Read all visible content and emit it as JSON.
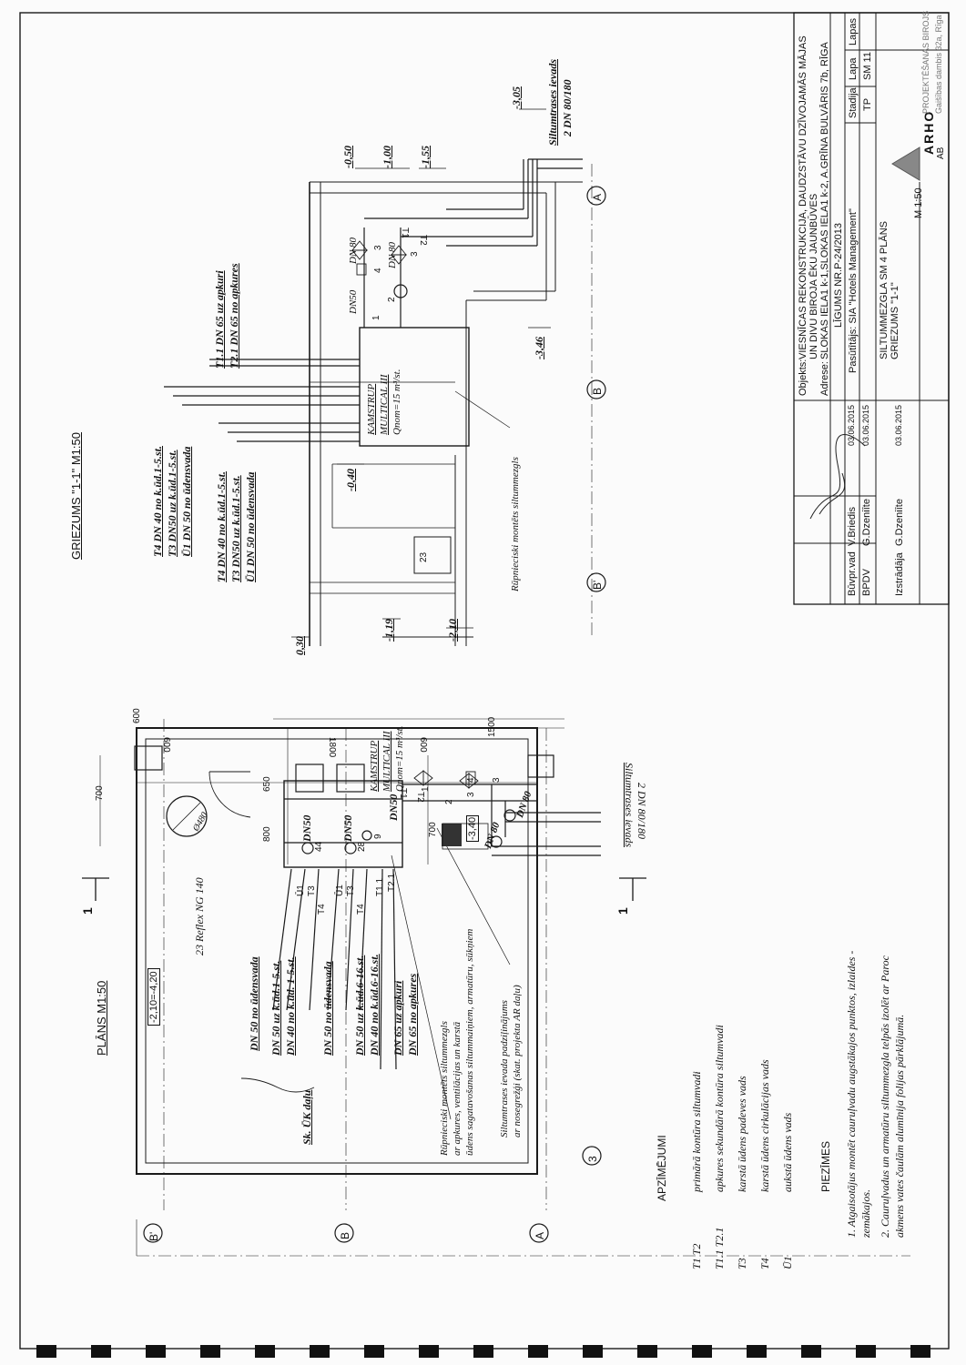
{
  "plan": {
    "title": "PLĀNS  M1:50",
    "level": "-2,10=-4,20",
    "reflex": "23  Reflex NG 140",
    "reflex_dim": "Ø480",
    "section_mark": "1",
    "grid": {
      "b_prime": "B'",
      "b": "B",
      "three": "3",
      "a": "A"
    },
    "dims": {
      "d700": "700",
      "d650": "650",
      "d800": "800",
      "d1800": "1800",
      "d600a": "600",
      "d600b": "600",
      "d1500": "1500",
      "d600c": "600",
      "d700b": "700"
    },
    "pipe_labels": [
      "DN 50 no ūdensvada",
      "DN 50 uz k.ūd.1-5.st.",
      "DN 40 no k.ūd. 1-5.st.",
      "DN 50 no ūdensvada",
      "DN 50 uz k.ūd.6-16.st.",
      "DN 40 no k.ūd.6-16.st.",
      "DN 65 uz apkuri",
      "DN 65 no apkures"
    ],
    "sk_label": "Sk. ŪK daļu",
    "unit_label": [
      "Rūpnieciski montēts siltummezgls",
      "ar apkures, ventilācijas un karstā",
      "ūdens sagatavošanas siltummaiņiem, armatūru, sūkņiem"
    ],
    "ground_label": [
      "Siltumtrases ievada padziļinājums",
      "ar nosegrežģi (skat. projekta AR daļu)"
    ],
    "meter": [
      "KAMSTRUP",
      "MULTICAL III",
      "Qnom=15 m³/st."
    ],
    "entry": [
      "Siltumtrases ievads",
      "2 DN 80/180"
    ],
    "dn": {
      "a": "DN50",
      "b": "DN50",
      "c": "DN50",
      "d": "DN 80",
      "e": "DN 80"
    },
    "nums": {
      "n44": "44",
      "n28": "28",
      "n9": "9",
      "n1": "1",
      "n2": "2",
      "n3": "3",
      "n4": "4",
      "n3b": "3",
      "depth": "-3,40"
    },
    "tags": {
      "u1a": "Ū1",
      "t3a": "T3",
      "t4a": "T4",
      "u1b": "Ū1",
      "t3b": "T3",
      "t4b": "T4",
      "t11": "T1.1",
      "t21": "T2.1",
      "t1": "T1",
      "t2": "T2"
    }
  },
  "section": {
    "title": "GRIEZUMS \"1-1\"  M1:50",
    "levels": {
      "l030": "0,30",
      "l119": "-1,19",
      "l210": "-2,10",
      "l040": "-0,40",
      "l346": "-3,46",
      "l050": "-0,50",
      "l100": "-1,00",
      "l155": "-1,55",
      "l305": "-3,05"
    },
    "labels_a": [
      "T4 DN 40 no k.ūd.1-5.st.",
      "T3 DN50 uz k.ūd.1-5.st.",
      "Ū1 DN 50 no ūdensvada"
    ],
    "labels_b": [
      "T4 DN 40 no k.ūd.1-5.st.",
      "T3 DN50 uz k.ūd.1-5.st.",
      "Ū1 DN 50 no ūdensvada"
    ],
    "labels_c": [
      "T1.1 DN 65 uz apkuri",
      "T2.1 DN 65 no apkures"
    ],
    "meter": [
      "KAMSTRUP",
      "MULTICAL III",
      "Qnom=15 m³/st."
    ],
    "unit": "Rūpnieciski montēts siltummezgls",
    "entry": [
      "Siltumtrases ievads",
      "2 DN 80/180"
    ],
    "dn": {
      "a": "DN50",
      "b": "DN 80",
      "c": "DN 80"
    },
    "nums": {
      "n1": "1",
      "n2": "2",
      "n3": "3",
      "n4": "4",
      "n3b": "3",
      "n23": "23",
      "t1": "T1",
      "t2": "T2"
    },
    "grid": {
      "b_prime": "B'",
      "b": "B",
      "a": "A"
    }
  },
  "legend": {
    "title": "APZĪMĒJUMI",
    "items": [
      {
        "code": "T1    T2",
        "text": "primārā kontūra siltumvadi"
      },
      {
        "code": "T1.1  T2.1",
        "text": "apkures sekundārā kontūra siltumvadi"
      },
      {
        "code": "T3",
        "text": "karstā ūdens padeves vads"
      },
      {
        "code": "T4",
        "text": "karstā ūdens cirkulācijas vads"
      },
      {
        "code": "Ū1",
        "text": "aukstā ūdens vads"
      }
    ]
  },
  "notes": {
    "title": "PIEZĪMES",
    "lines": [
      "1. Atgaisotājus montēt cauruļvadu augstākajos punktos, izlaides -",
      "    zemākajos.",
      "2. Cauruļvadus un armatūru siltummezgla telpās izolēt ar Paroc",
      "    akmens vates čaulām alumīnija folijas pārklājumā."
    ]
  },
  "title_block": {
    "object_label": "Objekts:",
    "object_lines": [
      "VIESNĪCAS REKONSTRUKCIJA, DAUDZSTĀVU DZĪVOJAMĀS MĀJAS",
      "UN DIVU BIROJA ĒKU JAUNBŪVES"
    ],
    "address_label": "Adrese:",
    "address": "SLOKAS IELA1 k-1,SLOKAS IELA1 k-2, A.GRĪNA BULVĀRIS 7b, RĪGA",
    "contract": "LĪGUMS NR.P-24/2013",
    "client": "Pasūtītājs: SIA \"Hotels Management\"",
    "drawing": [
      "SILTUMMEZGLA SM 4 PLĀNS",
      "GRIEZUMS \"1-1\""
    ],
    "scale": "M 1:50",
    "stage_h": "Stadija",
    "sheet_h": "Lapa",
    "sheets_h": "Lapas",
    "stage": "TP",
    "sheet": "SM 11",
    "sheets": "",
    "roles": [
      {
        "role": "Būvpr.vad",
        "name": "V.Briedis",
        "date": "03.06.2015"
      },
      {
        "role": "BPDV",
        "name": "G.Dzeniīte",
        "date": "03.06.2015"
      },
      {
        "role": "Izstrādāja",
        "name": "G.Dzeniīte",
        "date": "03.06.2015"
      }
    ],
    "company": "ARHO",
    "company_sub": "AB",
    "company_text": "PROJEKTĒŠANAS BIROJS",
    "company_addr": "Gaišības dambis 32a, Rīga"
  }
}
